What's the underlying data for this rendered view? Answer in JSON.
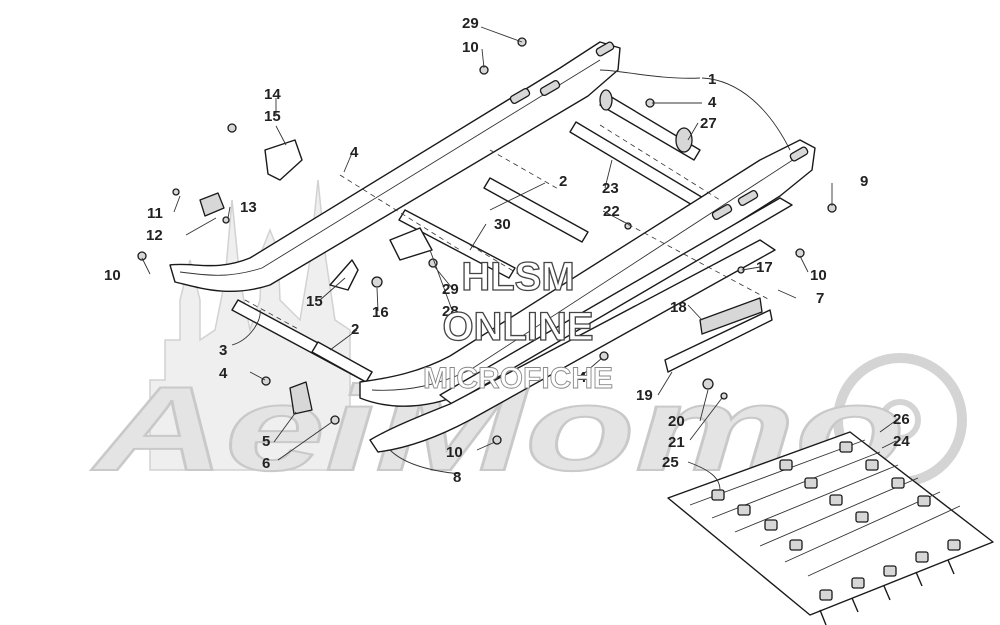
{
  "diagram": {
    "watermark": {
      "line1": "HLSM",
      "line2": "ONLINE",
      "line3": "MICROFICHE"
    },
    "brand_watermark": "AeiMomo",
    "callouts": [
      {
        "id": "c29a",
        "label": "29"
      },
      {
        "id": "c10a",
        "label": "10"
      },
      {
        "id": "c1",
        "label": "1"
      },
      {
        "id": "c4a",
        "label": "4"
      },
      {
        "id": "c27",
        "label": "27"
      },
      {
        "id": "c14",
        "label": "14"
      },
      {
        "id": "c15a",
        "label": "15"
      },
      {
        "id": "c4b",
        "label": "4"
      },
      {
        "id": "c2a",
        "label": "2"
      },
      {
        "id": "c23",
        "label": "23"
      },
      {
        "id": "c9",
        "label": "9"
      },
      {
        "id": "c11",
        "label": "11"
      },
      {
        "id": "c13",
        "label": "13"
      },
      {
        "id": "c12",
        "label": "12"
      },
      {
        "id": "c22",
        "label": "22"
      },
      {
        "id": "c30",
        "label": "30"
      },
      {
        "id": "c10b",
        "label": "10"
      },
      {
        "id": "c10c",
        "label": "10"
      },
      {
        "id": "c17",
        "label": "17"
      },
      {
        "id": "c29b",
        "label": "29"
      },
      {
        "id": "c28",
        "label": "28"
      },
      {
        "id": "c7",
        "label": "7"
      },
      {
        "id": "c15b",
        "label": "15"
      },
      {
        "id": "c16",
        "label": "16"
      },
      {
        "id": "c18",
        "label": "18"
      },
      {
        "id": "c3",
        "label": "3"
      },
      {
        "id": "c2b",
        "label": "2"
      },
      {
        "id": "c4c",
        "label": "4"
      },
      {
        "id": "c4d",
        "label": "4"
      },
      {
        "id": "c19",
        "label": "19"
      },
      {
        "id": "c20",
        "label": "20"
      },
      {
        "id": "c21",
        "label": "21"
      },
      {
        "id": "c5",
        "label": "5"
      },
      {
        "id": "c6",
        "label": "6"
      },
      {
        "id": "c10d",
        "label": "10"
      },
      {
        "id": "c8",
        "label": "8"
      },
      {
        "id": "c26",
        "label": "26"
      },
      {
        "id": "c24",
        "label": "24"
      },
      {
        "id": "c25",
        "label": "25"
      }
    ]
  }
}
